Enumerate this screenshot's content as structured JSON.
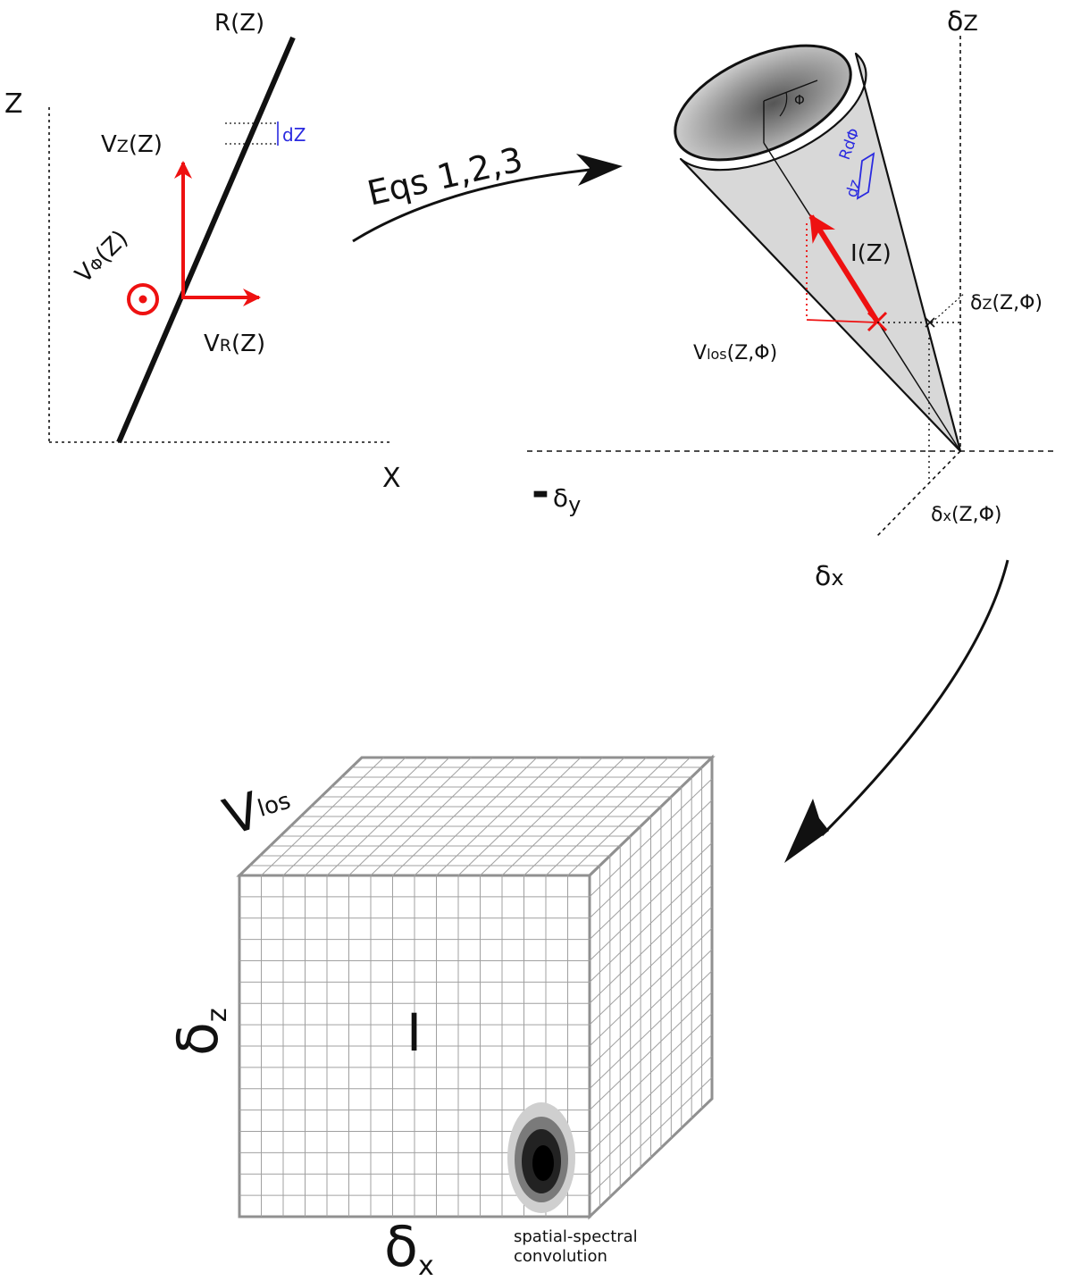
{
  "colors": {
    "ink": "#111111",
    "red": "#ee1111",
    "blue": "#2a2ae0",
    "cone_fill": "#d8d8d8",
    "grid_line": "#a0a0a0",
    "grid_edge": "#909090"
  },
  "panel_profile": {
    "axis_z": "Z",
    "axis_x": "X",
    "curve_label": "R(Z)",
    "slice_label": "dZ",
    "vz_label_main": "V",
    "vz_label_sub": "Z",
    "vz_label_arg": "(Z)",
    "vphi_label_main": "V",
    "vphi_label_sub": "Φ",
    "vphi_label_arg": "(Z)",
    "vr_label_main": "V",
    "vr_label_sub": "R",
    "vr_label_arg": "(Z)"
  },
  "transform_arrow": {
    "label": "Eqs 1,2,3"
  },
  "panel_cone": {
    "axis_dz_main": "δ",
    "axis_dz_sub": "Z",
    "axis_neg_dy_sign": "-",
    "axis_neg_dy_main": "δ",
    "axis_neg_dy_sub": "y",
    "axis_dx_main": "δ",
    "axis_dx_sub": "x",
    "phi_angle_label": "Φ",
    "element_rdphi": "RdΦ",
    "element_dz": "dz",
    "intensity_label": "I(Z)",
    "proj_dz_main": "δ",
    "proj_dz_sub": "Z",
    "proj_dz_arg": "(Z,Φ)",
    "proj_dx_main": "δ",
    "proj_dx_sub": "x",
    "proj_dx_arg": "(Z,Φ)",
    "vlos_main": "V",
    "vlos_sub": "los",
    "vlos_arg": "(Z,Φ)"
  },
  "panel_cube": {
    "top_axis_main": "V",
    "top_axis_sub": "los",
    "left_axis_main": "δ",
    "left_axis_sub": "z",
    "bottom_axis_main": "δ",
    "bottom_axis_sub": "x",
    "center_label": "I",
    "convolution_line1": "spatial-spectral",
    "convolution_line2": "convolution"
  }
}
